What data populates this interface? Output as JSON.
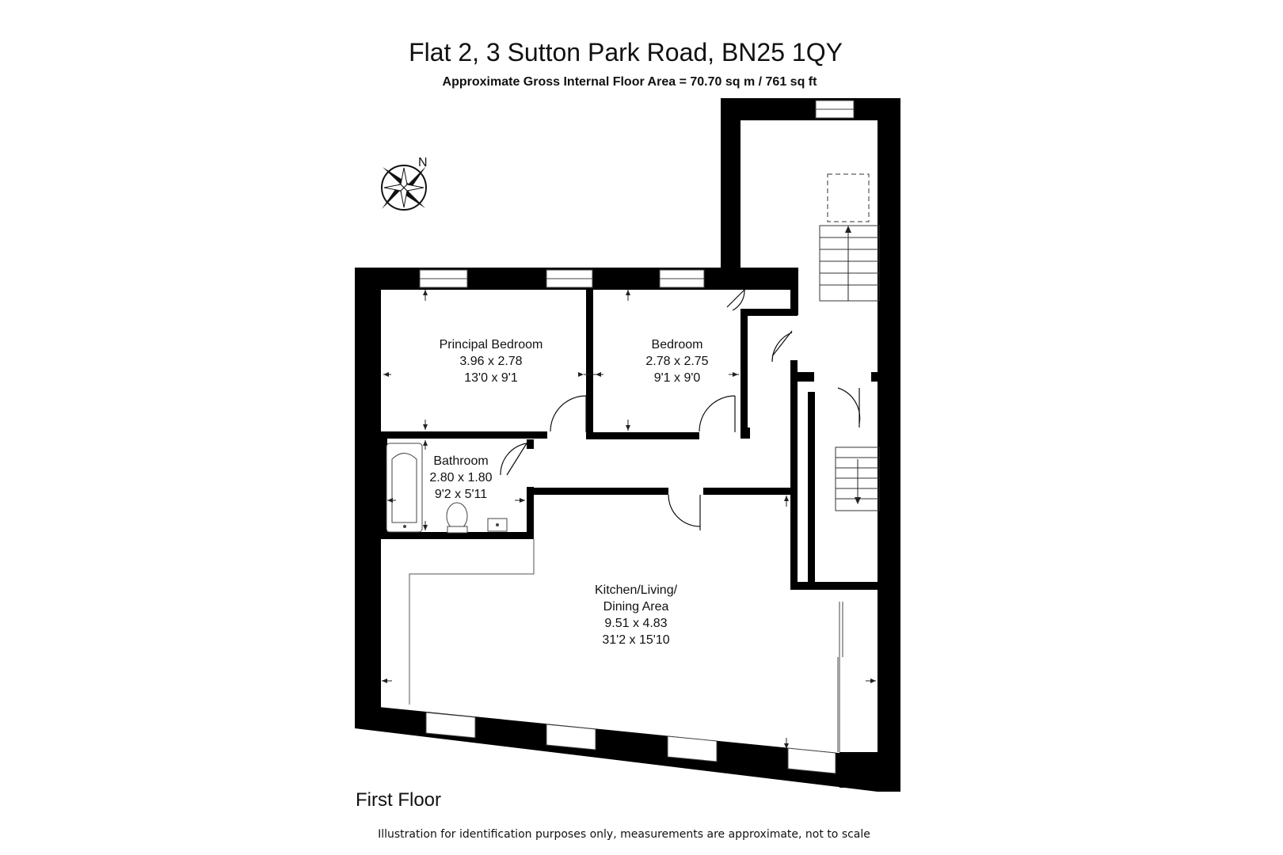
{
  "header": {
    "title": "Flat 2, 3 Sutton Park Road, BN25 1QY",
    "subtitle": "Approximate Gross Internal Floor Area = 70.70 sq m / 761 sq ft"
  },
  "compass": {
    "label": "N"
  },
  "rooms": [
    {
      "name": "Principal Bedroom",
      "metric": "3.96 x 2.78",
      "imperial": "13'0 x 9'1"
    },
    {
      "name": "Bedroom",
      "metric": "2.78 x 2.75",
      "imperial": "9'1 x 9'0"
    },
    {
      "name": "Bathroom",
      "metric": "2.80 x 1.80",
      "imperial": "9'2 x 5'11"
    },
    {
      "name_line1": "Kitchen/Living/",
      "name_line2": "Dining Area",
      "metric": "9.51 x 4.83",
      "imperial": "31'2 x 15'10"
    }
  ],
  "floor_label": "First Floor",
  "disclaimer": "Illustration for identification purposes only, measurements are approximate, not to scale"
}
